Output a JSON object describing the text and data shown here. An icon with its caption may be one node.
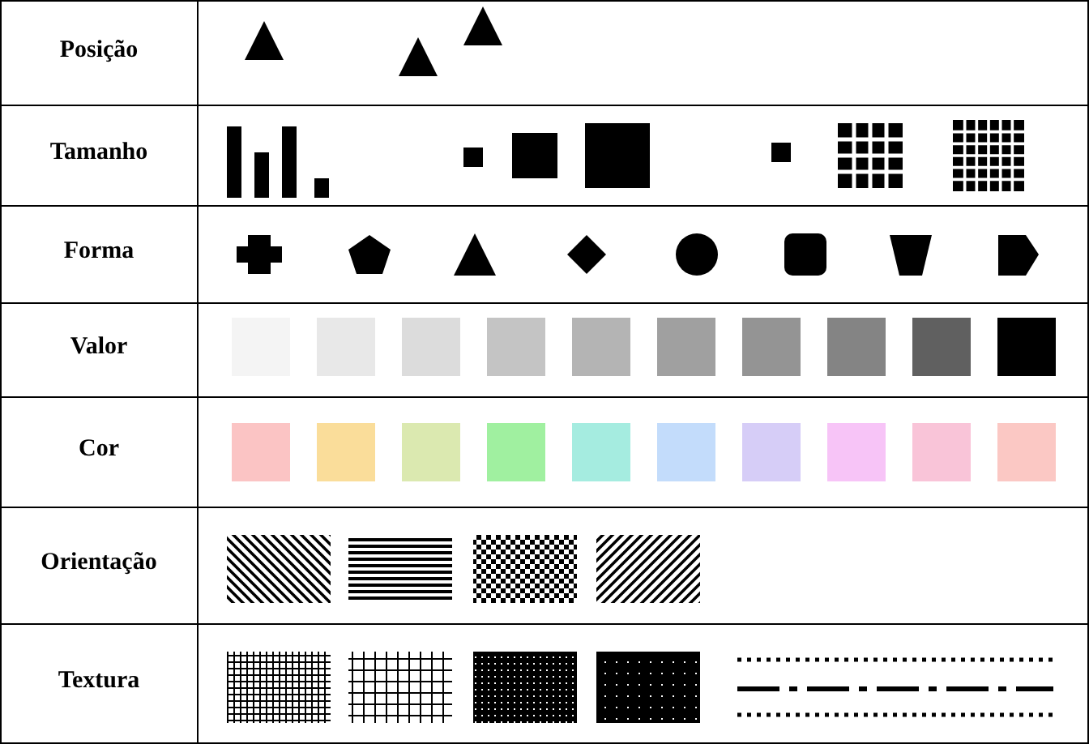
{
  "diagram": {
    "labels": [
      "Posição",
      "Tamanho",
      "Forma",
      "Valor",
      "Cor",
      "Orientação",
      "Textura"
    ]
  }
}
